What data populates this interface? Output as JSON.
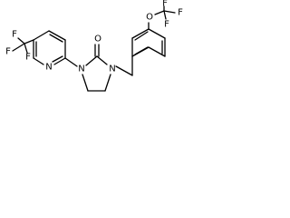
{
  "molecule": {
    "atoms": {
      "f_top_left": "F",
      "f_mid_left": "F",
      "f_bottom_left": "F",
      "pyridine_n": "N",
      "imidazolidinone_n1": "N",
      "imidazolidinone_n3": "N",
      "carbonyl_o": "O",
      "ether_o": "O",
      "f_ocf3_top": "F",
      "f_ocf3_right": "F",
      "f_ocf3_bottom": "F"
    }
  }
}
